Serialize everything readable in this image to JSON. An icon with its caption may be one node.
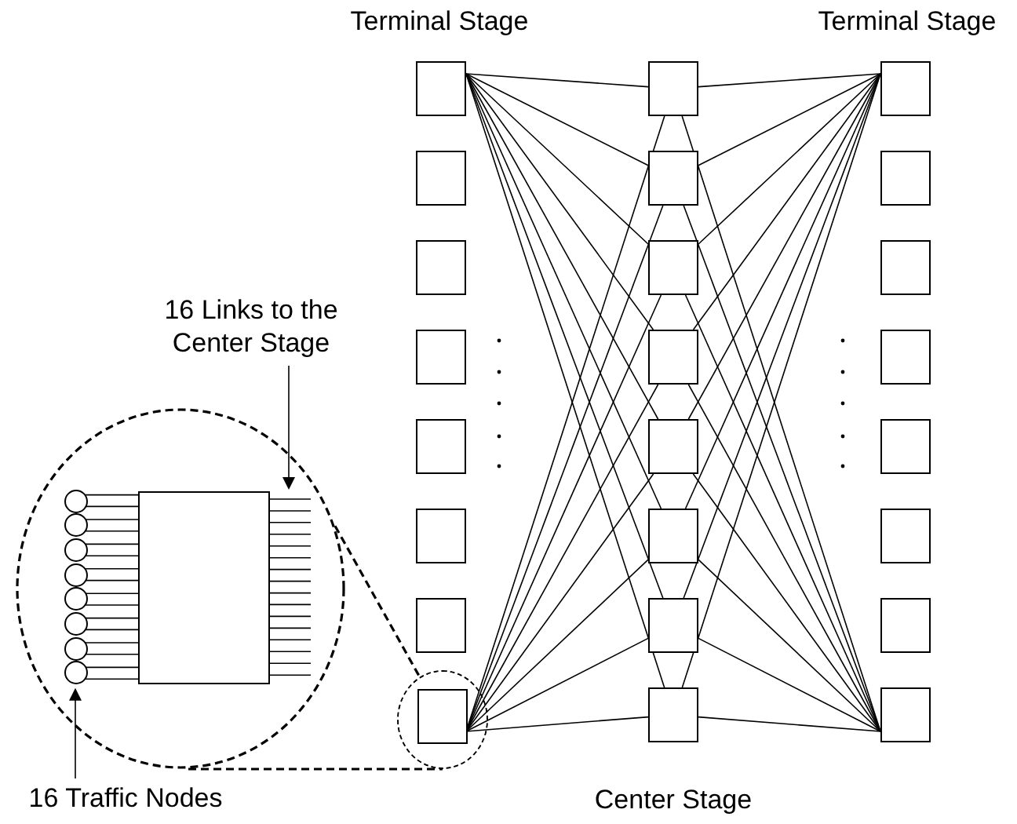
{
  "diagram": {
    "nodes": [
      {
        "text": [],
        "shape": "box"
      },
      {
        "text": [],
        "shape": "box"
      },
      {
        "text": [],
        "shape": "box"
      },
      {
        "text": [],
        "shape": "box"
      },
      {
        "text": [],
        "shape": "box"
      },
      {
        "text": [],
        "shape": "box"
      },
      {
        "text": [],
        "shape": "box"
      },
      {
        "text": [],
        "shape": "box",
        "in": 36
      },
      {
        "text": [],
        "shape": "box"
      },
      {
        "text": [],
        "shape": "box"
      },
      {
        "text": [],
        "shape": "box"
      },
      {
        "text": [],
        "shape": "box"
      },
      {
        "text": [],
        "shape": "box"
      },
      {
        "text": [],
        "shape": "box"
      },
      {
        "text": [],
        "shape": "box"
      },
      {
        "text": [],
        "shape": "box"
      },
      {
        "text": [],
        "shape": "box"
      },
      {
        "text": [],
        "shape": "box"
      },
      {
        "text": [],
        "shape": "box"
      },
      {
        "text": [],
        "shape": "box"
      },
      {
        "text": [],
        "shape": "box"
      },
      {
        "text": [],
        "shape": "box"
      },
      {
        "text": [],
        "shape": "box"
      },
      {
        "text": [],
        "shape": "box"
      },
      {
        "text": [],
        "shape": "ellipse"
      },
      {
        "text": [],
        "shape": "box",
        "in": 24
      },
      {
        "text": [],
        "shape": "circle",
        "in": 24
      },
      {
        "text": [],
        "shape": "circle",
        "in": 24
      },
      {
        "text": [],
        "shape": "circle",
        "in": 24
      },
      {
        "text": [],
        "shape": "circle",
        "in": 24
      },
      {
        "text": [],
        "shape": "circle",
        "in": 24
      },
      {
        "text": [],
        "shape": "circle",
        "in": 24
      },
      {
        "text": [],
        "shape": "circle",
        "in": 24
      },
      {
        "text": [],
        "shape": "circle",
        "in": 24
      },
      {
        "text": [
          "16 Links to the Center Stage"
        ]
      },
      {
        "text": [
          "16 Traffic Nodes"
        ]
      },
      {
        "text": [],
        "shape": "circle"
      }
    ],
    "edges": [
      {
        "from": 0,
        "to": 8,
        "arrow": "none"
      },
      {
        "from": 0,
        "to": 9,
        "arrow": "none"
      },
      {
        "from": 0,
        "to": 10,
        "arrow": "none"
      },
      {
        "from": 0,
        "to": 11,
        "arrow": "none"
      },
      {
        "from": 0,
        "to": 12,
        "arrow": "none"
      },
      {
        "from": 0,
        "to": 13,
        "arrow": "none"
      },
      {
        "from": 0,
        "to": 14,
        "arrow": "none"
      },
      {
        "from": 0,
        "to": 15,
        "arrow": "none"
      },
      {
        "from": 7,
        "to": 8,
        "arrow": "none"
      },
      {
        "from": 7,
        "to": 9,
        "arrow": "none"
      },
      {
        "from": 7,
        "to": 10,
        "arrow": "none"
      },
      {
        "from": 7,
        "to": 11,
        "arrow": "none"
      },
      {
        "from": 7,
        "to": 12,
        "arrow": "none"
      },
      {
        "from": 7,
        "to": 13,
        "arrow": "none"
      },
      {
        "from": 7,
        "to": 14,
        "arrow": "none"
      },
      {
        "from": 7,
        "to": 15,
        "arrow": "none"
      },
      {
        "from": 16,
        "to": 8,
        "arrow": "none"
      },
      {
        "from": 16,
        "to": 9,
        "arrow": "none"
      },
      {
        "from": 16,
        "to": 10,
        "arrow": "none"
      },
      {
        "from": 16,
        "to": 11,
        "arrow": "none"
      },
      {
        "from": 16,
        "to": 12,
        "arrow": "none"
      },
      {
        "from": 16,
        "to": 13,
        "arrow": "none"
      },
      {
        "from": 16,
        "to": 14,
        "arrow": "none"
      },
      {
        "from": 16,
        "to": 15,
        "arrow": "none"
      },
      {
        "from": 23,
        "to": 8,
        "arrow": "none"
      },
      {
        "from": 23,
        "to": 9,
        "arrow": "none"
      },
      {
        "from": 23,
        "to": 10,
        "arrow": "none"
      },
      {
        "from": 23,
        "to": 11,
        "arrow": "none"
      },
      {
        "from": 23,
        "to": 12,
        "arrow": "none"
      },
      {
        "from": 23,
        "to": 13,
        "arrow": "none"
      },
      {
        "from": 23,
        "to": 14,
        "arrow": "none"
      },
      {
        "from": 23,
        "to": 15,
        "arrow": "none"
      },
      {
        "from": 26,
        "to": 25,
        "arrow": "none"
      },
      {
        "from": 26,
        "to": 25,
        "arrow": "none"
      },
      {
        "from": 27,
        "to": 25,
        "arrow": "none"
      },
      {
        "from": 27,
        "to": 25,
        "arrow": "none"
      },
      {
        "from": 28,
        "to": 25,
        "arrow": "none"
      },
      {
        "from": 28,
        "to": 25,
        "arrow": "none"
      },
      {
        "from": 29,
        "to": 25,
        "arrow": "none"
      },
      {
        "from": 29,
        "to": 25,
        "arrow": "none"
      },
      {
        "from": 30,
        "to": 25,
        "arrow": "none"
      },
      {
        "from": 30,
        "to": 25,
        "arrow": "none"
      },
      {
        "from": 31,
        "to": 25,
        "arrow": "none"
      },
      {
        "from": 31,
        "to": 25,
        "arrow": "none"
      },
      {
        "from": 32,
        "to": 25,
        "arrow": "none"
      },
      {
        "from": 32,
        "to": 25,
        "arrow": "none"
      },
      {
        "from": 33,
        "to": 25,
        "arrow": "none"
      },
      {
        "from": 33,
        "to": 25,
        "arrow": "none"
      },
      {
        "from": 25,
        "to": null,
        "arrow": "none"
      },
      {
        "from": 25,
        "to": null,
        "arrow": "none"
      },
      {
        "from": 25,
        "to": null,
        "arrow": "none"
      },
      {
        "from": 25,
        "to": null,
        "arrow": "none"
      },
      {
        "from": 25,
        "to": null,
        "arrow": "none"
      },
      {
        "from": 25,
        "to": null,
        "arrow": "none"
      },
      {
        "from": 25,
        "to": null,
        "arrow": "none"
      },
      {
        "from": 25,
        "to": null,
        "arrow": "none"
      },
      {
        "from": 25,
        "to": null,
        "arrow": "none"
      },
      {
        "from": 25,
        "to": null,
        "arrow": "none"
      },
      {
        "from": 25,
        "to": null,
        "arrow": "none"
      },
      {
        "from": 25,
        "to": null,
        "arrow": "none"
      },
      {
        "from": 25,
        "to": null,
        "arrow": "none"
      },
      {
        "from": 25,
        "to": null,
        "arrow": "none"
      },
      {
        "from": 25,
        "to": null,
        "arrow": "none"
      },
      {
        "from": 25,
        "to": null,
        "arrow": "none"
      },
      {
        "from": 34,
        "to": 25,
        "arrow": "to"
      },
      {
        "from": 35,
        "to": 33,
        "arrow": "to"
      },
      {
        "from": 24,
        "to": 36,
        "arrow": "none",
        "style": "dashed"
      },
      {
        "from": 24,
        "to": 36,
        "arrow": "none",
        "style": "dashed"
      }
    ],
    "labels": [
      "Terminal Stage",
      "Terminal Stage",
      "Center Stage"
    ]
  }
}
